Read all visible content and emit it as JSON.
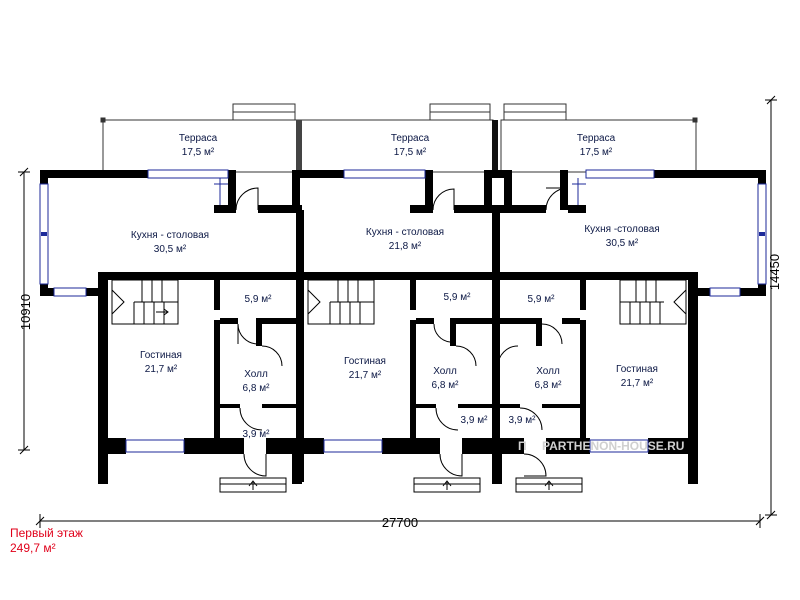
{
  "caption": {
    "floor": "Первый этаж",
    "area": "249,7 м²"
  },
  "dimensions": {
    "total_width": "27700",
    "depth_left": "10910",
    "depth_right": "14450"
  },
  "watermark": "PARTHENON-HOUSE.RU",
  "rooms": {
    "terrace_left": {
      "name": "Терраса",
      "area": "17,5 м²"
    },
    "terrace_mid": {
      "name": "Терраса",
      "area": "17,5 м²"
    },
    "terrace_right": {
      "name": "Терраса",
      "area": "17,5 м²"
    },
    "kitchen_left": {
      "name": "Кухня - столовая",
      "area": "30,5 м²"
    },
    "kitchen_mid": {
      "name": "Кухня - столовая",
      "area": "21,8 м²"
    },
    "kitchen_right": {
      "name": "Кухня -столовая",
      "area": "30,5 м²"
    },
    "living_left": {
      "name": "Гостиная",
      "area": "21,7 м²"
    },
    "living_mid": {
      "name": "Гостиная",
      "area": "21,7 м²"
    },
    "living_right": {
      "name": "Гостиная",
      "area": "21,7 м²"
    },
    "hall_left": {
      "name": "Холл",
      "area": "6,8 м²"
    },
    "hall_mid": {
      "name": "Холл",
      "area": "6,8 м²"
    },
    "hall_right": {
      "name": "Холл",
      "area": "6,8 м²"
    },
    "wc_left": {
      "area": "5,9 м²"
    },
    "wc_mid": {
      "area": "5,9 м²"
    },
    "wc_right": {
      "area": "5,9 м²"
    },
    "vest_left": {
      "area": "3,9 м²"
    },
    "vest_mid": {
      "area": "3,9 м²"
    },
    "vest_right": {
      "area": "3,9 м²"
    }
  }
}
